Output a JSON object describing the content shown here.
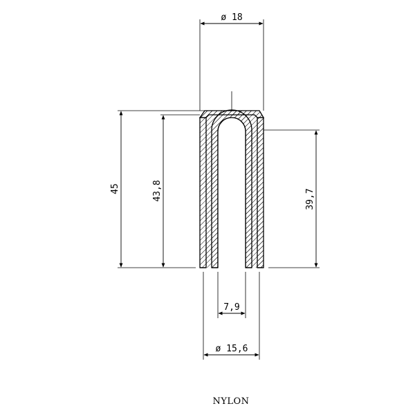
{
  "drawing": {
    "dimensions": {
      "outer_diameter": "ø 18",
      "total_height": "45",
      "inner_depth": "43,8",
      "slot_depth": "39,7",
      "slot_width": "7,9",
      "inner_diameter": "ø 15,6"
    },
    "material_label": "NYLON"
  }
}
